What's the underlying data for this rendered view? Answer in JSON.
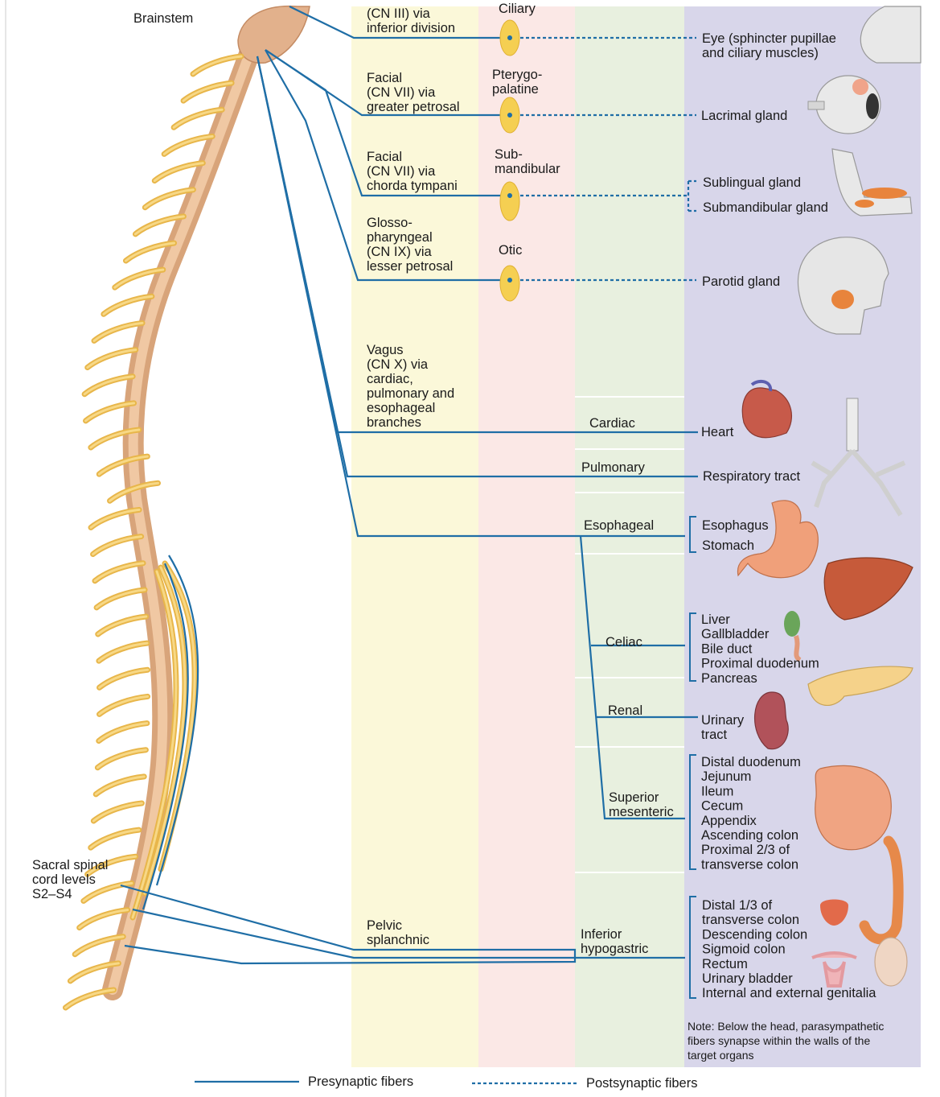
{
  "left_labels": {
    "brainstem": "Brainstem",
    "sacral": [
      "Sacral spinal",
      "cord levels",
      "S2–S4"
    ]
  },
  "preganglionic": {
    "cn3": [
      "(CN III) via",
      "inferior division"
    ],
    "cn7_petrosal": [
      "Facial",
      "(CN VII) via",
      "greater petrosal"
    ],
    "cn7_chorda": [
      "Facial",
      "(CN VII) via",
      "chorda tympani"
    ],
    "cn9": [
      "Glosso-",
      "pharyngeal",
      "(CN IX) via",
      "lesser petrosal"
    ],
    "vagus": [
      "Vagus",
      "(CN X) via",
      "cardiac,",
      "pulmonary and",
      "esophageal",
      "branches"
    ],
    "pelvic": [
      "Pelvic",
      "splanchnic"
    ]
  },
  "ganglia": {
    "ciliary": "Ciliary",
    "pterygopalatine": [
      "Pterygo-",
      "palatine"
    ],
    "submandibular": [
      "Sub-",
      "mandibular"
    ],
    "otic": "Otic"
  },
  "plexuses": {
    "cardiac": "Cardiac",
    "pulmonary": "Pulmonary",
    "esophageal": "Esophageal",
    "celiac": "Celiac",
    "renal": "Renal",
    "superior_mesenteric": [
      "Superior",
      "mesenteric"
    ],
    "inferior_hypogastric": [
      "Inferior",
      "hypogastric"
    ]
  },
  "targets": {
    "eye": [
      "Eye (sphincter pupillae",
      "and ciliary muscles)"
    ],
    "lacrimal": "Lacrimal gland",
    "sublingual": "Sublingual gland",
    "submandibular": "Submandibular gland",
    "parotid": "Parotid gland",
    "heart": "Heart",
    "respiratory": "Respiratory tract",
    "esophagus_group": [
      "Esophagus",
      "Stomach"
    ],
    "celiac_group": [
      "Liver",
      "Gallbladder",
      "Bile duct",
      "Proximal duodenum",
      "Pancreas"
    ],
    "urinary": [
      "Urinary",
      "tract"
    ],
    "sup_mes_group": [
      "Distal duodenum",
      "Jejunum",
      "Ileum",
      "Cecum",
      "Appendix",
      "Ascending colon",
      "Proximal 2/3 of",
      "transverse colon"
    ],
    "inf_hyp_group": [
      "Distal 1/3 of",
      "transverse colon",
      "Descending colon",
      "Sigmoid colon",
      "Rectum",
      "Urinary bladder",
      "Internal and external genitalia"
    ]
  },
  "note": [
    "Note: Below the head, parasympathetic",
    "fibers synapse within the walls of the",
    "target organs"
  ],
  "legend": {
    "presynaptic": "Presynaptic fibers",
    "postsynaptic": "Postsynaptic fibers"
  },
  "colors": {
    "column_preganglionic": "#fbf8d9",
    "column_ganglia": "#fbe8e6",
    "column_plexus": "#e8f0df",
    "column_targets": "#d8d6ea",
    "fiber": "#1f6ea6",
    "nerve": "#e8b64a",
    "ganglion": "#f5cf52"
  },
  "icons": [
    "eye-icon",
    "eyeball-icon",
    "mandible-icon",
    "skull-icon",
    "heart-icon",
    "lungs-icon",
    "stomach-icon",
    "liver-icon",
    "gallbladder-icon",
    "pancreas-icon",
    "kidney-icon",
    "intestine-icon",
    "colon-icon",
    "bladder-icon",
    "uterus-icon",
    "genitalia-icon"
  ]
}
